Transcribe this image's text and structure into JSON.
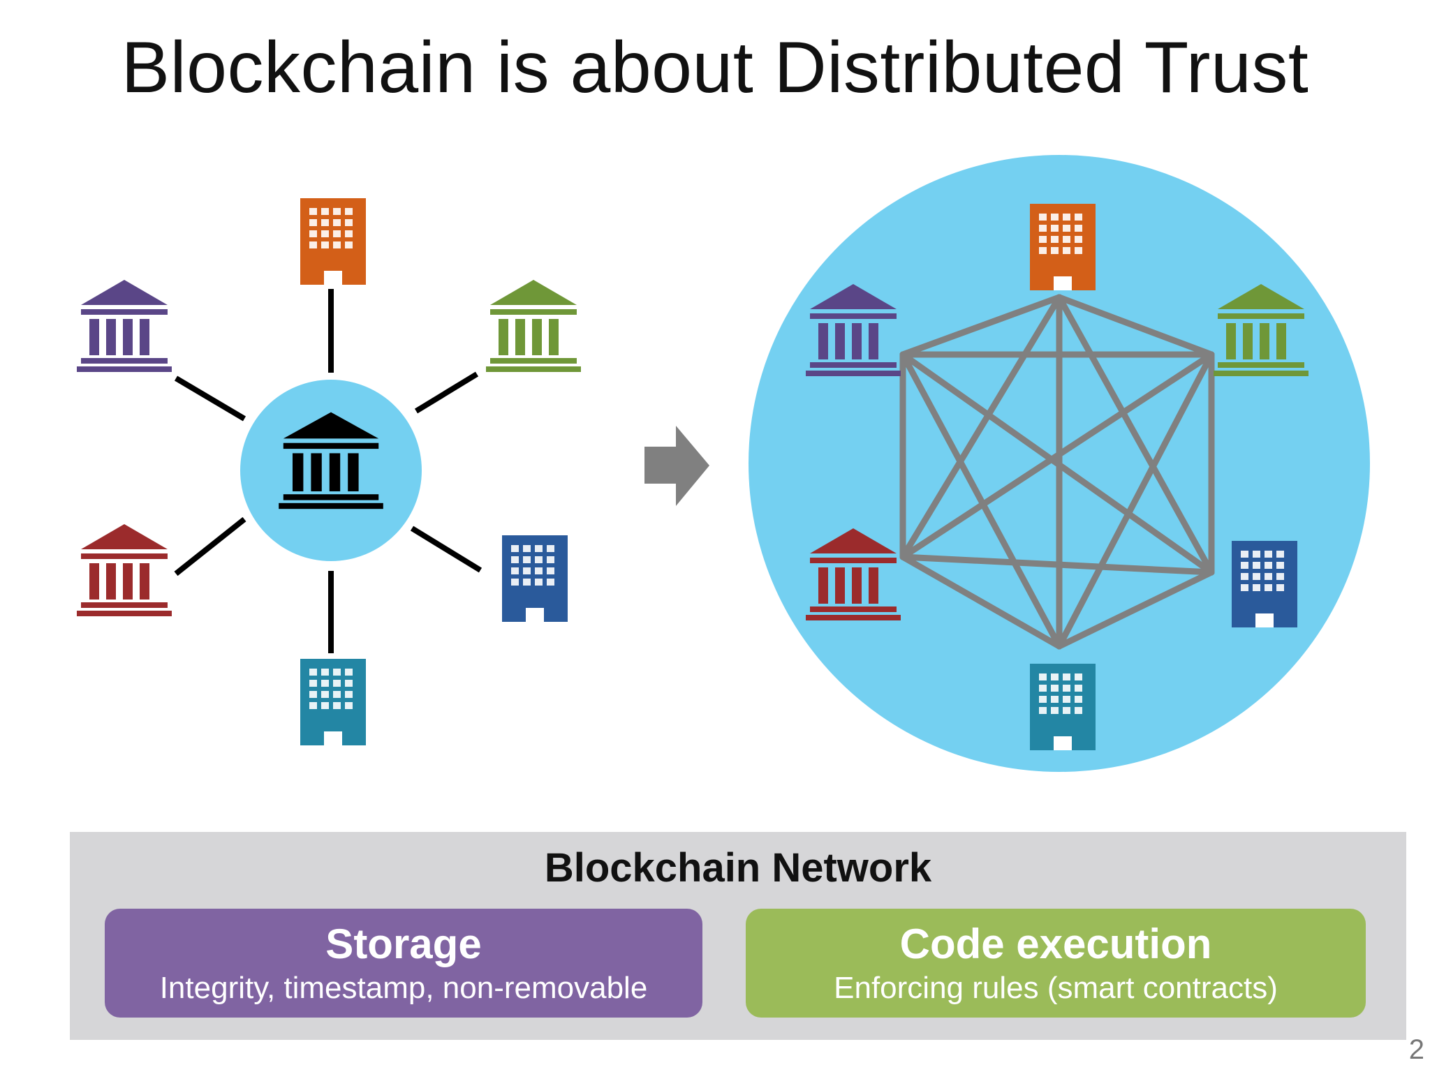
{
  "title": "Blockchain is about Distributed Trust",
  "network": {
    "heading": "Blockchain Network",
    "storage": {
      "title": "Storage",
      "subtitle": "Integrity, timestamp, non-removable"
    },
    "code": {
      "title": "Code execution",
      "subtitle": "Enforcing rules (smart contracts)"
    }
  },
  "page_number": "2",
  "colors": {
    "circle": "#74d0f1",
    "purple": "#5a4687",
    "green": "#6f9738",
    "red": "#9b2b2c",
    "orange": "#d35f18",
    "blue": "#2a5a9b",
    "teal": "#2386a4",
    "arrow": "#808080",
    "mesh": "#808080",
    "storage_card": "#8064a2",
    "code_card": "#9bbb59",
    "panel": "#d6d6d8"
  },
  "icons": {
    "center": "bank-icon",
    "nodes": [
      "office-building-icon",
      "bank-icon",
      "bank-icon",
      "bank-icon",
      "office-building-icon",
      "office-building-icon"
    ]
  }
}
